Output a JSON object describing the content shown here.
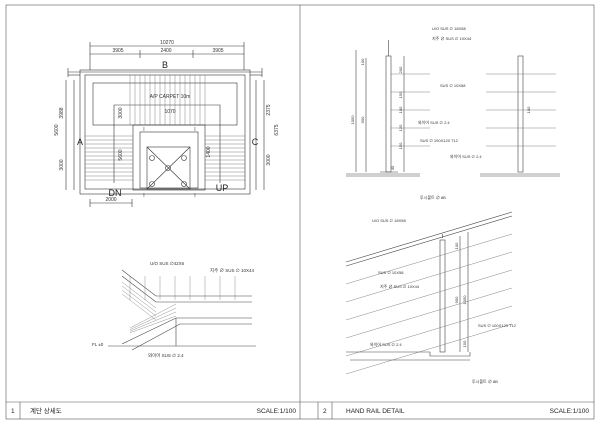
{
  "panel1": {
    "number": "1",
    "title": "계단 상세도",
    "scale": "SCALE:1/100",
    "plan": {
      "overall_dim": "10270",
      "top_dims": [
        "3905",
        "2400",
        "3905"
      ],
      "label_b": "B",
      "label_a": "A",
      "label_c": "C",
      "carpet_note": "A/P CARPET 10m",
      "inner_dim": "1070",
      "left_dims": [
        "3988",
        "5600",
        "3000"
      ],
      "right_dims": [
        "2375",
        "6375",
        "3000"
      ],
      "center_dims": [
        "3000",
        "1400",
        "5600"
      ],
      "bottom_dim": "2000",
      "dn_label": "DN",
      "up_label": "UP",
      "mark_i": "I"
    },
    "section": {
      "note_top": "U/O SUS ∅42X6",
      "note_right": "지주 ∅ SUS ∅ 10X44",
      "note_bottom": "와이어 SUS ∅ 2.4",
      "level": "FL ±0"
    }
  },
  "panel2": {
    "number": "2",
    "title": "HAND RAIL DETAIL",
    "scale": "SCALE:1/100",
    "detail_a": {
      "notes": [
        "U/O SUS ∅ 18X58",
        "지주 ∅ SUS ∅ 10X44",
        "SUS ∅ 10X58",
        "와이어 SUS ∅ 2.4",
        "SUS ∅ 100X120 T12",
        "와이어 SUS ∅ 2.4",
        "투시볼트 ∅ 8B"
      ],
      "dims": [
        "1050",
        "900",
        "100",
        "200",
        "150",
        "100",
        "120",
        "150",
        "40",
        "100"
      ]
    },
    "detail_b": {
      "notes": [
        "U/O SUS ∅ 18X58",
        "SUS ∅ 10X58",
        "지주 ∅ SUS ∅ 10X44",
        "SUS ∅ 100X120 T12",
        "와이어 SUS ∅ 2.4",
        "투시볼트 ∅ 8B"
      ],
      "dims": [
        "1050",
        "900",
        "100",
        "150"
      ]
    }
  }
}
